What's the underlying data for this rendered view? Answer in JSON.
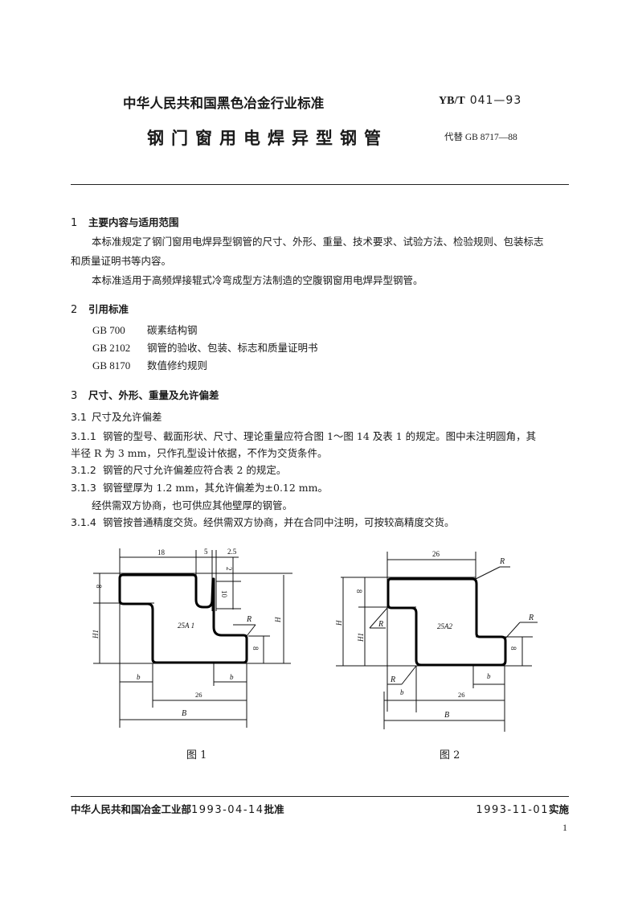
{
  "header": {
    "organization": "中华人民共和国黑色冶金行业标准",
    "standard_prefix": "YB/T",
    "standard_number": "041—93",
    "title": "钢门窗用电焊异型钢管",
    "replaces": "代替 GB 8717—88"
  },
  "sections": {
    "s1": {
      "number": "1",
      "title": "主要内容与适用范围",
      "p1_line1": "本标准规定了钢门窗用电焊异型钢管的尺寸、外形、重量、技术要求、试验方法、检验规则、包装标志",
      "p1_line2": "和质量证明书等内容。",
      "p2": "本标准适用于高频焊接辊式冷弯成型方法制造的空腹钢窗用电焊异型钢管。"
    },
    "s2": {
      "number": "2",
      "title": "引用标准",
      "refs": [
        {
          "code": "GB 700",
          "name": "碳素结构钢"
        },
        {
          "code": "GB 2102",
          "name": "钢管的验收、包装、标志和质量证明书"
        },
        {
          "code": "GB 8170",
          "name": "数值修约规则"
        }
      ]
    },
    "s3": {
      "number": "3",
      "title": "尺寸、外形、重量及允许偏差",
      "s3_1": {
        "number": "3.1",
        "title": "尺寸及允许偏差"
      },
      "s3_1_1": {
        "number": "3.1.1",
        "line1": "钢管的型号、截面形状、尺寸、理论重量应符合图 1～图 14 及表 1 的规定。图中未注明圆角，其",
        "line2": "半径 R 为 3 mm，只作孔型设计依据，不作为交货条件。"
      },
      "s3_1_2": {
        "number": "3.1.2",
        "text": "钢管的尺寸允许偏差应符合表 2 的规定。"
      },
      "s3_1_3": {
        "number": "3.1.3",
        "text": "钢管壁厚为 1.2 mm，其允许偏差为±0.12 mm。",
        "note": "经供需双方协商，也可供应其他壁厚的钢管。"
      },
      "s3_1_4": {
        "number": "3.1.4",
        "text": "钢管按普通精度交货。经供需双方协商，并在合同中注明，可按较高精度交货。"
      }
    }
  },
  "figures": [
    {
      "caption": "图 1",
      "model": "25A 1",
      "dims": {
        "top_width": "18",
        "slot_width": "5",
        "slot_offset": "2.5",
        "slot_top": "2",
        "slot_depth": "10",
        "left_height": "8",
        "right_height": "8",
        "h1": "H1",
        "h": "H",
        "b_left": "b",
        "b_right": "b",
        "mid_width": "26",
        "total": "B",
        "radius": "R"
      }
    },
    {
      "caption": "图 2",
      "model": "25A2",
      "dims": {
        "top_width": "26",
        "left_height": "8",
        "right_height": "8",
        "h1": "H1",
        "h": "H",
        "b_left": "b",
        "b_right": "b",
        "mid_width": "26",
        "total": "B",
        "radius_top": "R",
        "radius_left": "R",
        "radius_right": "R",
        "radius_bottom": "R"
      }
    }
  ],
  "footer": {
    "issuer": "中华人民共和国冶金工业部",
    "approval_date": "1993-04-14",
    "approval_label": "批准",
    "effective_date": "1993-11-01",
    "effective_label": "实施",
    "page_number": "1"
  }
}
